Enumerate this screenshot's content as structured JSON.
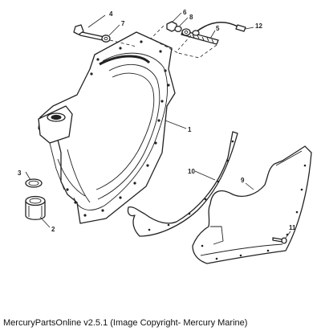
{
  "callouts": {
    "c1": "1",
    "c2": "2",
    "c3": "3",
    "c4": "4",
    "c5": "5",
    "c6": "6",
    "c7": "7",
    "c8": "8",
    "c9": "9",
    "c10": "10",
    "c11": "11",
    "c12": "12"
  },
  "caption": "MercuryPartsOnline v2.5.1 (Image Copyright- Mercury Marine)"
}
